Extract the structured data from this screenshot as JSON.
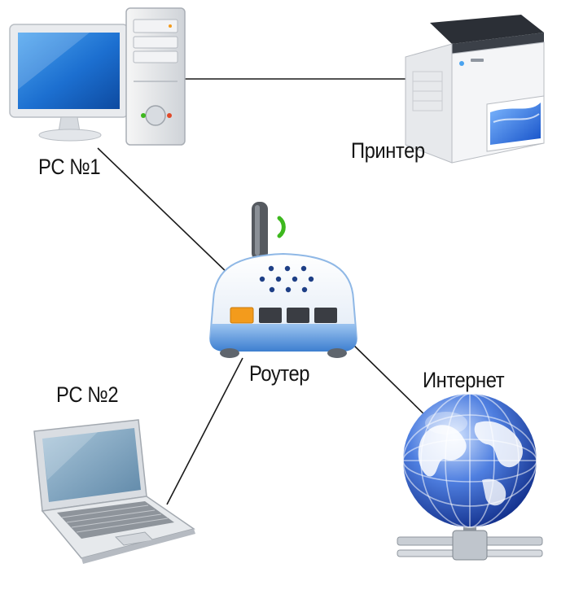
{
  "nodes": {
    "pc1": {
      "label": "PC №1",
      "icon": "desktop-computer-icon"
    },
    "printer": {
      "label": "Принтер",
      "icon": "printer-icon"
    },
    "router": {
      "label": "Роутер",
      "icon": "wifi-router-icon"
    },
    "pc2": {
      "label": "PC №2",
      "icon": "laptop-icon"
    },
    "internet": {
      "label": "Интернет",
      "icon": "globe-network-icon"
    }
  },
  "edges": [
    {
      "from": "pc1",
      "to": "printer"
    },
    {
      "from": "pc1",
      "to": "router"
    },
    {
      "from": "router",
      "to": "pc2"
    },
    {
      "from": "router",
      "to": "internet"
    }
  ],
  "colors": {
    "connection": "#1a1a1a",
    "screen_blue": "#1e78d2",
    "router_blue": "#6fa6e0",
    "router_orange": "#f39b1c",
    "signal_green": "#3db81e",
    "globe_blue": "#1c3fa8"
  }
}
